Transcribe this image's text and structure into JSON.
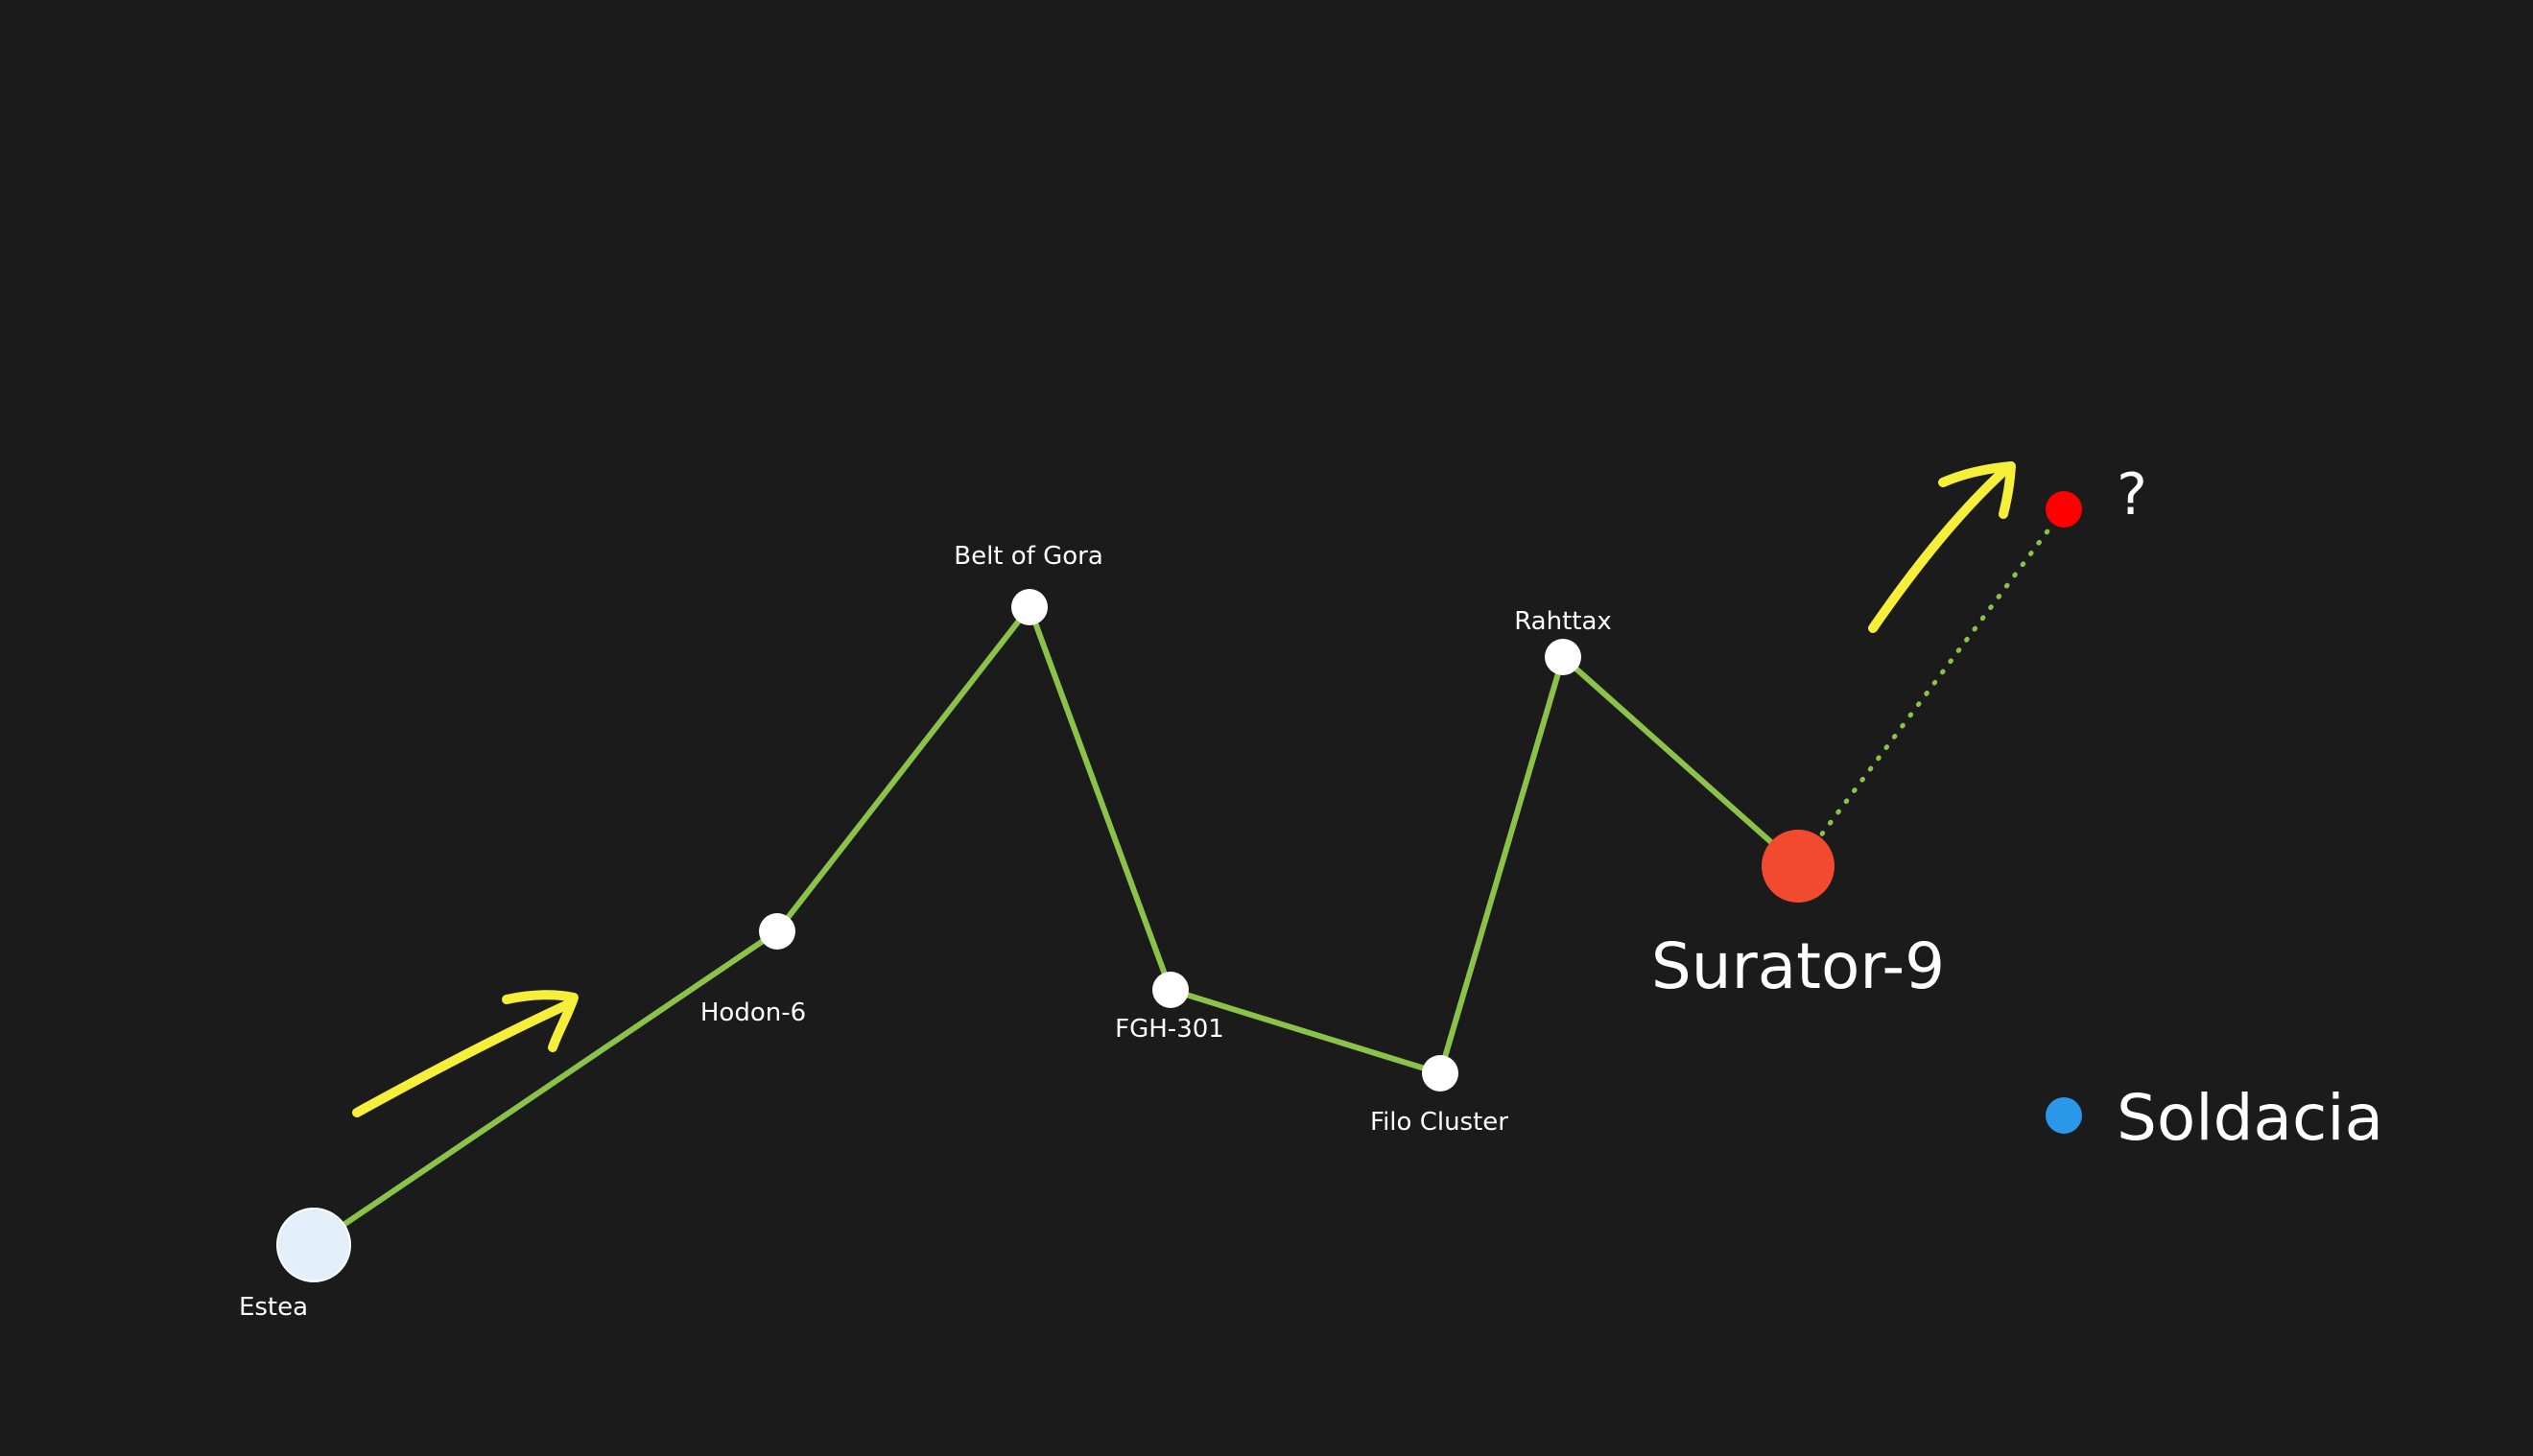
{
  "colors": {
    "background": "#1b1b1b",
    "route": "#8bc34a",
    "node": "#ffffff",
    "origin": "#e3f0fc",
    "destination": "#f24a2e",
    "unknown": "#ff0000",
    "arrow": "#f5ef3a",
    "legend_dot": "#2a97e8",
    "text": "#ffffff"
  },
  "nodes": [
    {
      "id": "estea",
      "label": "Estea"
    },
    {
      "id": "hodon6",
      "label": "Hodon-6"
    },
    {
      "id": "belt-of-gora",
      "label": "Belt of Gora"
    },
    {
      "id": "fgh301",
      "label": "FGH-301"
    },
    {
      "id": "filo-cluster",
      "label": "Filo Cluster"
    },
    {
      "id": "rahttax",
      "label": "Rahttax"
    },
    {
      "id": "surator9",
      "label": "Surator-9"
    },
    {
      "id": "unknown",
      "label": "?"
    }
  ],
  "route": {
    "solid_path": [
      "estea",
      "hodon6",
      "belt-of-gora",
      "fgh301",
      "filo-cluster",
      "rahttax",
      "surator9"
    ],
    "dotted_path": [
      "surator9",
      "unknown"
    ]
  },
  "annotations": {
    "arrows": [
      {
        "icon": "direction-arrow-icon"
      },
      {
        "icon": "direction-arrow-icon"
      }
    ]
  },
  "legend": {
    "label": "Soldacia"
  }
}
